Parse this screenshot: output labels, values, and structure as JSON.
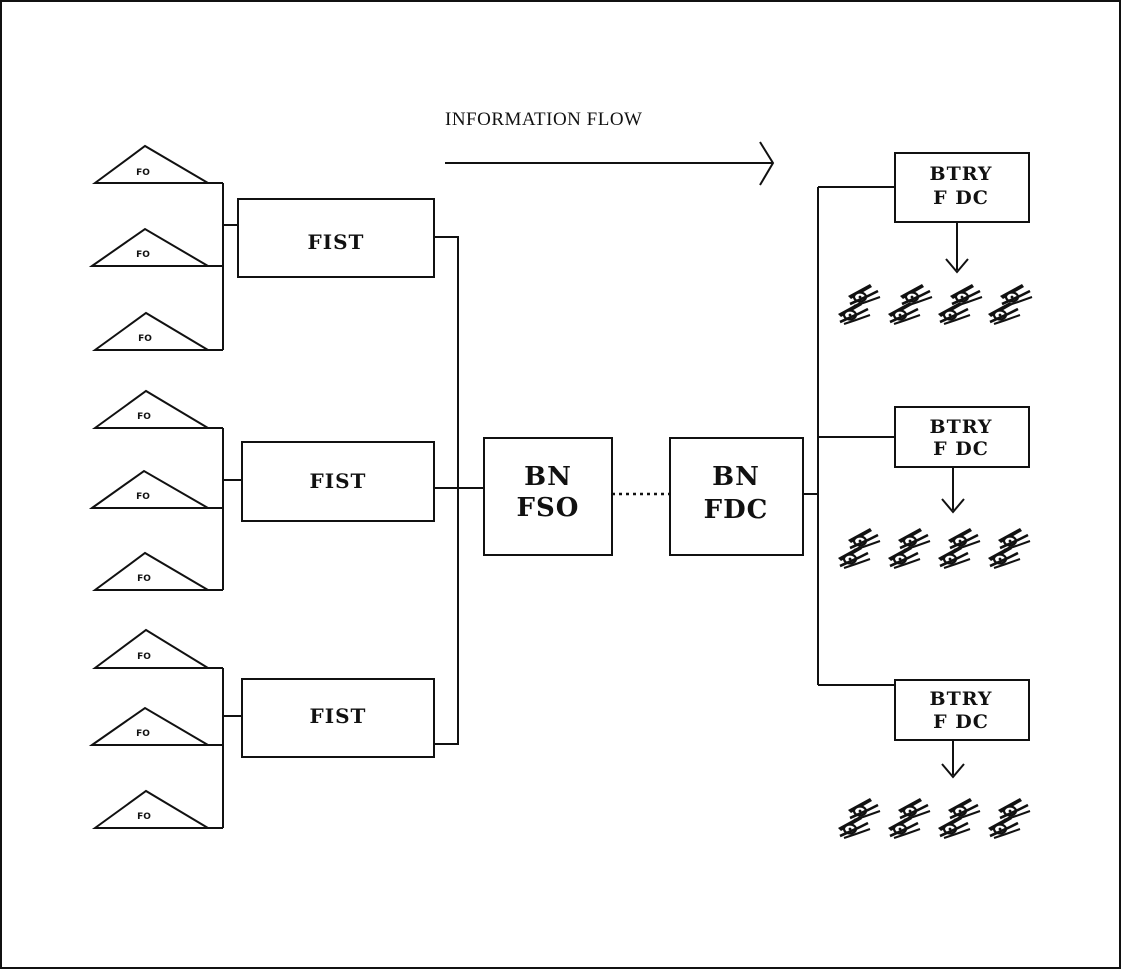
{
  "diagram": {
    "flow_label": "INFORMATION FLOW",
    "observer_label": "FO",
    "fist_label": "FIST",
    "bn_fso_lines": [
      "BN",
      "FSO"
    ],
    "bn_fdc_lines": [
      "BN",
      "FDC"
    ],
    "btry_fdc_lines": [
      "BTRY",
      "F DC"
    ],
    "colors": {
      "line": "#111111",
      "background": "#ffffff"
    },
    "icons": [
      "howitzer-icon"
    ]
  }
}
